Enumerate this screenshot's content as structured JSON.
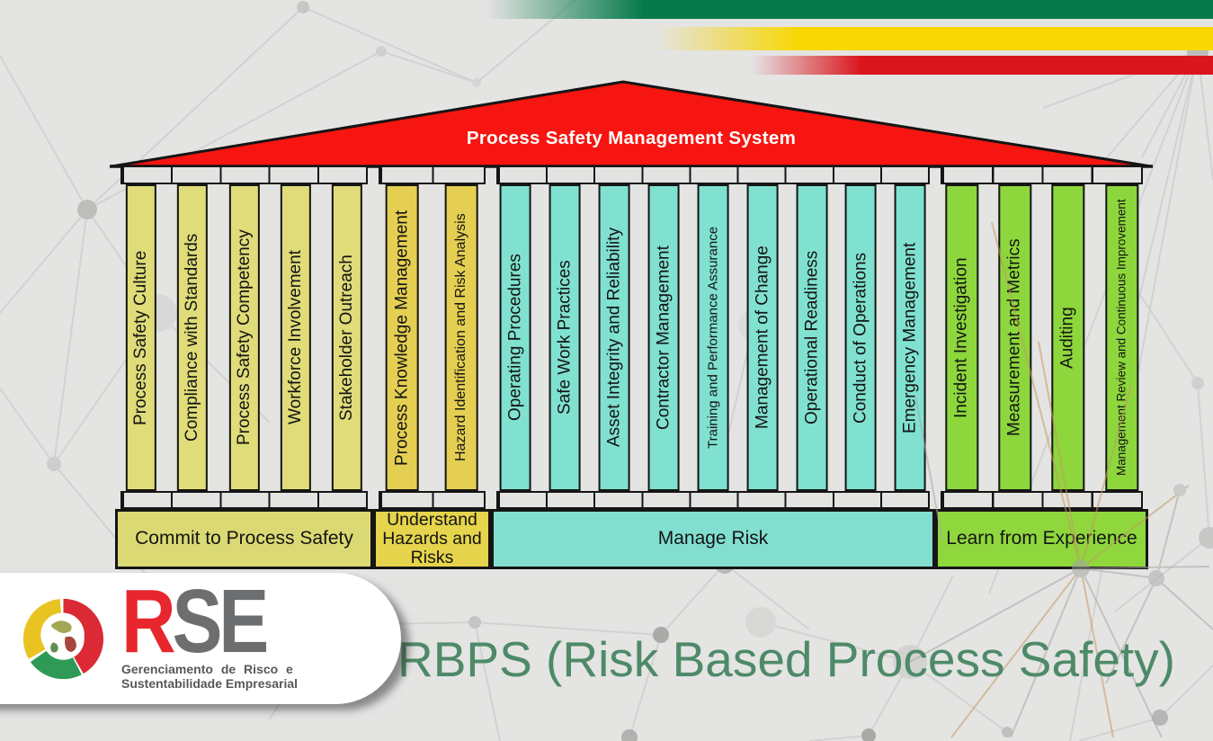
{
  "roof": {
    "title": "Process Safety Management System"
  },
  "colors": {
    "roof_red": "#f61510",
    "stripe_green": "#077a4c",
    "stripe_yellow": "#f8d702",
    "stripe_red": "#da161d",
    "commit_pillars": "#dfdc79",
    "understand_pillars": "#e5cf52",
    "manage_pillars": "#80e1d0",
    "learn_pillars": "#8dd73c",
    "caption_green": "#4e8a68",
    "logo_red": "#e8262d",
    "logo_gray": "#6d6e70"
  },
  "groups": [
    {
      "label": "Commit to Process Safety",
      "pillars": [
        "Process Safety Culture",
        "Compliance with Standards",
        "Process Safety Competency",
        "Workforce Involvement",
        "Stakeholder Outreach"
      ]
    },
    {
      "label": "Understand Hazards and Risks",
      "pillars": [
        "Process Knowledge Management",
        "Hazard Identification and Risk Analysis"
      ]
    },
    {
      "label": "Manage Risk",
      "pillars": [
        "Operating Procedures",
        "Safe Work Practices",
        "Asset Integrity and Reliability",
        "Contractor Management",
        "Training and Performance Assurance",
        "Management of Change",
        "Operational Readiness",
        "Conduct of Operations",
        "Emergency Management"
      ]
    },
    {
      "label": "Learn from Experience",
      "pillars": [
        "Incident Investigation",
        "Measurement and Metrics",
        "Auditing",
        "Management Review and Continuous Improvement"
      ]
    }
  ],
  "logo": {
    "acronym_red": "R",
    "acronym_gray": "SE",
    "tagline_line1": "Gerenciamento de Risco e",
    "tagline_line2": "Sustentabilidade Empresarial"
  },
  "caption": {
    "text": "RBPS (Risk Based Process Safety)"
  }
}
